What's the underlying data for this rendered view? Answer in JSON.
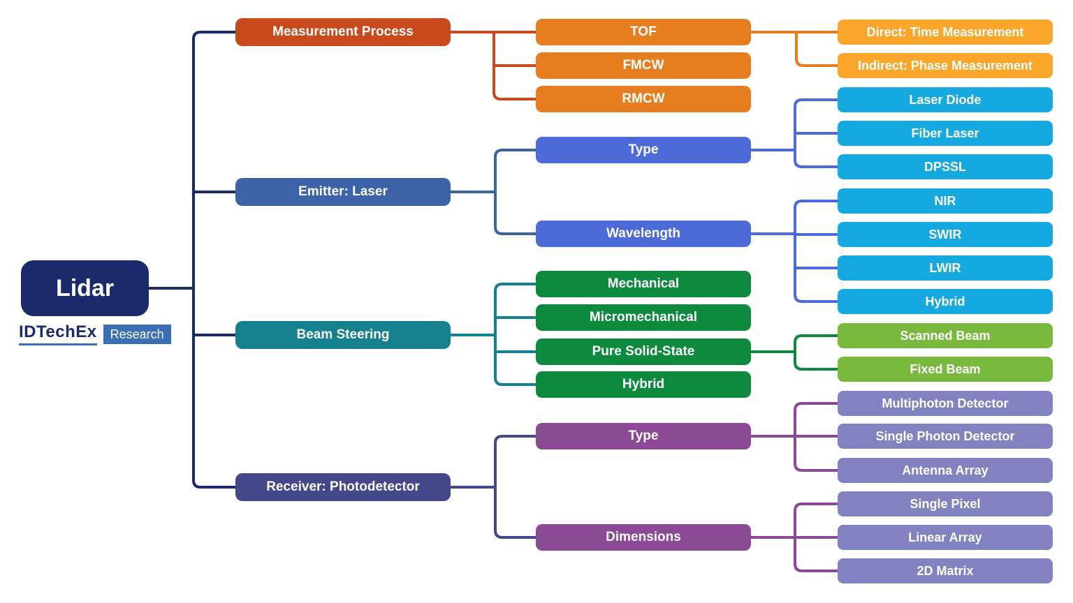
{
  "root": {
    "label": "Lidar"
  },
  "logo": {
    "brand": "IDTechEx",
    "suffix": "Research"
  },
  "colors": {
    "background": "#ffffff",
    "root_navy": "#1b2a6b",
    "measurement_red_orange": "#c94b1d",
    "orange": "#e67e1f",
    "amber": "#f9a62b",
    "emitter_blue": "#3c63a8",
    "indigo": "#4d6ad9",
    "cyan": "#16a9e0",
    "teal": "#15808e",
    "green": "#0d8a3d",
    "light_green": "#79b93e",
    "receiver_indigo": "#45478b",
    "purple": "#8c4a96",
    "light_purple": "#8183c1",
    "logo_blue": "#3a6eb5"
  },
  "branches": [
    {
      "label": "Measurement Process",
      "children": [
        {
          "label": "TOF",
          "children": [
            {
              "label": "Direct: Time Measurement"
            },
            {
              "label": "Indirect: Phase Measurement"
            }
          ]
        },
        {
          "label": "FMCW"
        },
        {
          "label": "RMCW"
        }
      ]
    },
    {
      "label": "Emitter: Laser",
      "children": [
        {
          "label": "Type",
          "children": [
            {
              "label": "Laser Diode"
            },
            {
              "label": "Fiber Laser"
            },
            {
              "label": "DPSSL"
            }
          ]
        },
        {
          "label": "Wavelength",
          "children": [
            {
              "label": "NIR"
            },
            {
              "label": "SWIR"
            },
            {
              "label": "LWIR"
            },
            {
              "label": "Hybrid"
            }
          ]
        }
      ]
    },
    {
      "label": "Beam Steering",
      "children": [
        {
          "label": "Mechanical"
        },
        {
          "label": "Micromechanical"
        },
        {
          "label": "Pure Solid-State",
          "children": [
            {
              "label": "Scanned Beam"
            },
            {
              "label": "Fixed Beam"
            }
          ]
        },
        {
          "label": "Hybrid"
        }
      ]
    },
    {
      "label": "Receiver: Photodetector",
      "children": [
        {
          "label": "Type",
          "children": [
            {
              "label": "Multiphoton Detector"
            },
            {
              "label": "Single Photon Detector"
            },
            {
              "label": "Antenna Array"
            }
          ]
        },
        {
          "label": "Dimensions",
          "children": [
            {
              "label": "Single Pixel"
            },
            {
              "label": "Linear Array"
            },
            {
              "label": "2D Matrix"
            }
          ]
        }
      ]
    }
  ]
}
